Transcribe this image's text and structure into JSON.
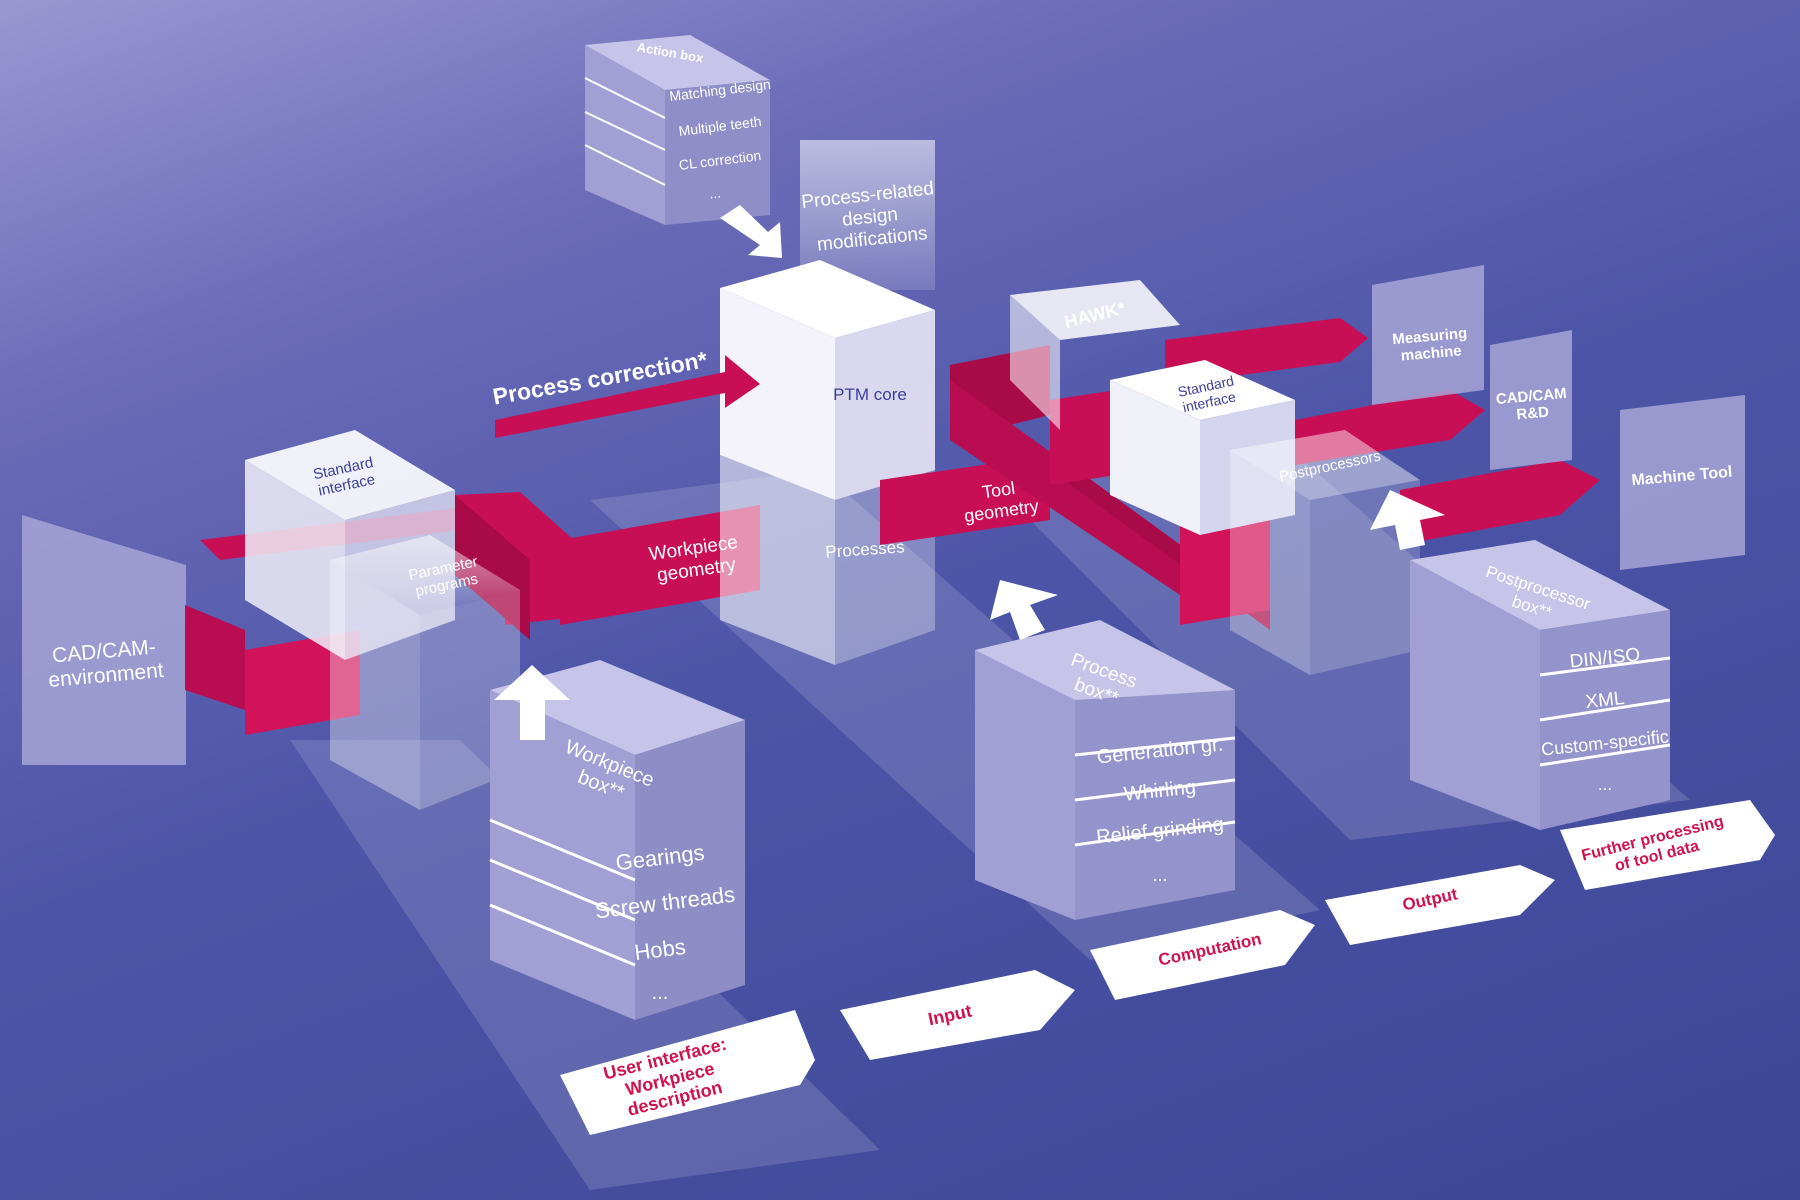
{
  "colors": {
    "background_top": "#9a97d2",
    "background_bottom": "#3c4596",
    "accent_magenta": "#c80f55",
    "magenta_dark": "#96093f",
    "box_face": "#f2f1fa",
    "box_lavender": "#aaa8d8",
    "text_navy": "#3c3f95"
  },
  "environment_panels": {
    "left": "CAD/CAM-\nenvironment",
    "measuring": "Measuring\nmachine",
    "cad_rd": "CAD/CAM\nR&D",
    "machine_tool": "Machine Tool"
  },
  "action_box": {
    "title": "Action box",
    "items": [
      "Matching design",
      "Multiple teeth",
      "CL correction",
      "..."
    ]
  },
  "process_related": "Process-related\ndesign\nmodifications",
  "ptm_core": "PTM core",
  "process_correction": "Process correction*",
  "processes": "Processes",
  "tool_geometry": "Tool\ngeometry",
  "workpiece_geometry": "Workpiece\ngeometry",
  "hawk": "HAWK*",
  "standard_interface_left": "Standard\ninterface",
  "standard_interface_right": "Standard\ninterface",
  "parameter_programs": "Parameter\nprograms",
  "postprocessors": "Postprocessors",
  "workpiece_box": {
    "title": "Workpiece\nbox**",
    "items": [
      "Gearings",
      "Screw threads",
      "Hobs",
      "..."
    ]
  },
  "process_box": {
    "title": "Process\nbox**",
    "items": [
      "Generation gr.",
      "Whirling",
      "Relief grinding",
      "..."
    ]
  },
  "postprocessor_box": {
    "title": "Postprocessor\nbox**",
    "items": [
      "DIN/ISO",
      "XML",
      "Custom-specific",
      "..."
    ]
  },
  "tags": {
    "user_interface": "User interface:\nWorkpiece\ndescription",
    "input": "Input",
    "computation": "Computation",
    "output": "Output",
    "further_processing": "Further processing\nof tool data"
  }
}
